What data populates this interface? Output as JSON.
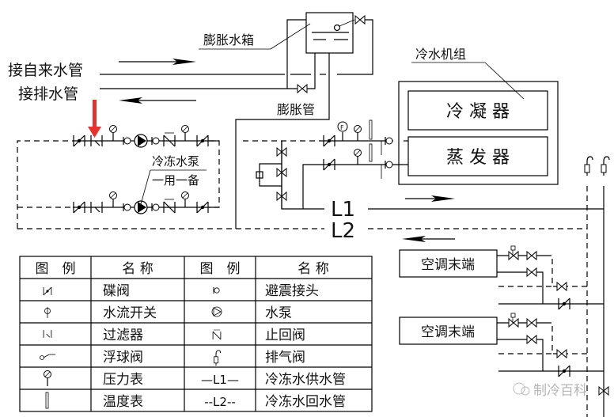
{
  "labels": {
    "expansion_tank": "膨胀水箱",
    "city_water_in": "接自来水管",
    "drain": "接排水管",
    "expansion_pipe": "膨胀管",
    "chiller_unit": "冷水机组",
    "condenser": "冷 凝 器",
    "evaporator": "蒸 发 器",
    "pump_label_1": "冷冻水泵",
    "pump_label_2": "一用一备",
    "supply_line": "L1",
    "return_line": "L2",
    "terminal_1": "空调末端",
    "terminal_2": "空调末端",
    "watermark": "制冷百科"
  },
  "colors": {
    "highlight_arrow": "#e8312f",
    "line": "#000000"
  },
  "legend": {
    "headers": [
      "图　例",
      "名 称",
      "图　例",
      "名 称"
    ],
    "rows": [
      {
        "symbol_left": "butterfly-valve",
        "name_left": "碟阀",
        "symbol_right": "flexible-joint",
        "name_right": "避震接头"
      },
      {
        "symbol_left": "flow-switch",
        "name_left": "水流开关",
        "symbol_right": "water-pump",
        "name_right": "水泵"
      },
      {
        "symbol_left": "strainer",
        "name_left": "过滤器",
        "symbol_right": "check-valve",
        "name_right": "止回阀"
      },
      {
        "symbol_left": "float-valve",
        "name_left": "浮球阀",
        "symbol_right": "air-vent-valve",
        "name_right": "排气阀"
      },
      {
        "symbol_left": "pressure-gauge",
        "name_left": "压力表",
        "symbol_right_text": "—L1—",
        "name_right": "冷冻水供水管"
      },
      {
        "symbol_left": "thermometer",
        "name_left": "温度表",
        "symbol_right_text": "--L2--",
        "name_right": "冷冻水回水管"
      }
    ]
  }
}
